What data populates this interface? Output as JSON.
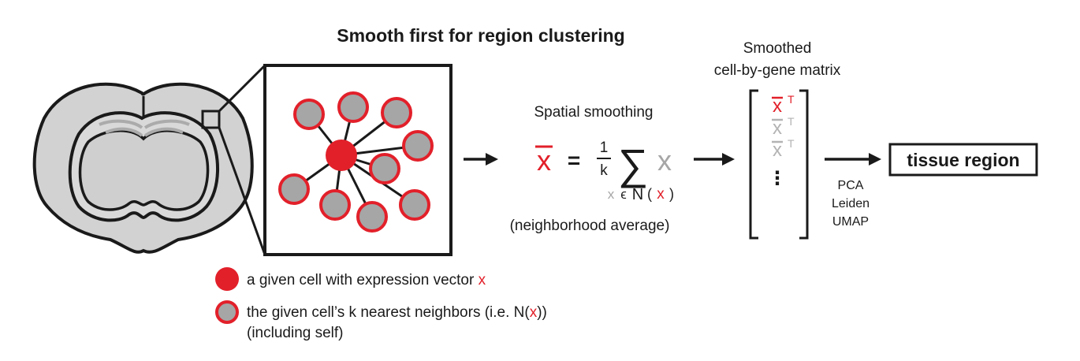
{
  "title": "Smooth first for region clustering",
  "step_smoothing": {
    "heading": "Spatial smoothing",
    "formula": {
      "lhs": "x",
      "equals": "=",
      "frac_num": "1",
      "frac_den": "k",
      "sum": "∑",
      "summand": "x",
      "sub_var": "x",
      "sub_in": "ϵ",
      "sub_set": "N",
      "sub_open": "(",
      "sub_arg": "x",
      "sub_close": ")"
    },
    "caption": "(neighborhood average)"
  },
  "matrix": {
    "heading_line1": "Smoothed",
    "heading_line2": "cell-by-gene matrix",
    "rows": [
      {
        "base": "x",
        "sup": "T",
        "color": "#e2202a"
      },
      {
        "base": "x",
        "sup": "T",
        "color": "#b3b3b3"
      },
      {
        "base": "x",
        "sup": "T",
        "color": "#b3b3b3"
      }
    ],
    "ellipsis": "⋮"
  },
  "methods": [
    "PCA",
    "Leiden",
    "UMAP"
  ],
  "output_label": "tissue region",
  "legend": {
    "item1": {
      "text": "a given cell with expression vector ",
      "var": "x"
    },
    "item2": {
      "text": "the given cell’s k nearest neighbors (i.e. ",
      "set": "N",
      "open": "(",
      "var": "x",
      "close": "))",
      "line2": "(including self)"
    }
  },
  "colors": {
    "accent_red": "#e2202a",
    "neighbor_gray": "#a6a6a6",
    "faded_gray": "#b3b3b3",
    "brain_gray": "#d2d2d2",
    "ink": "#1a1a1a"
  }
}
